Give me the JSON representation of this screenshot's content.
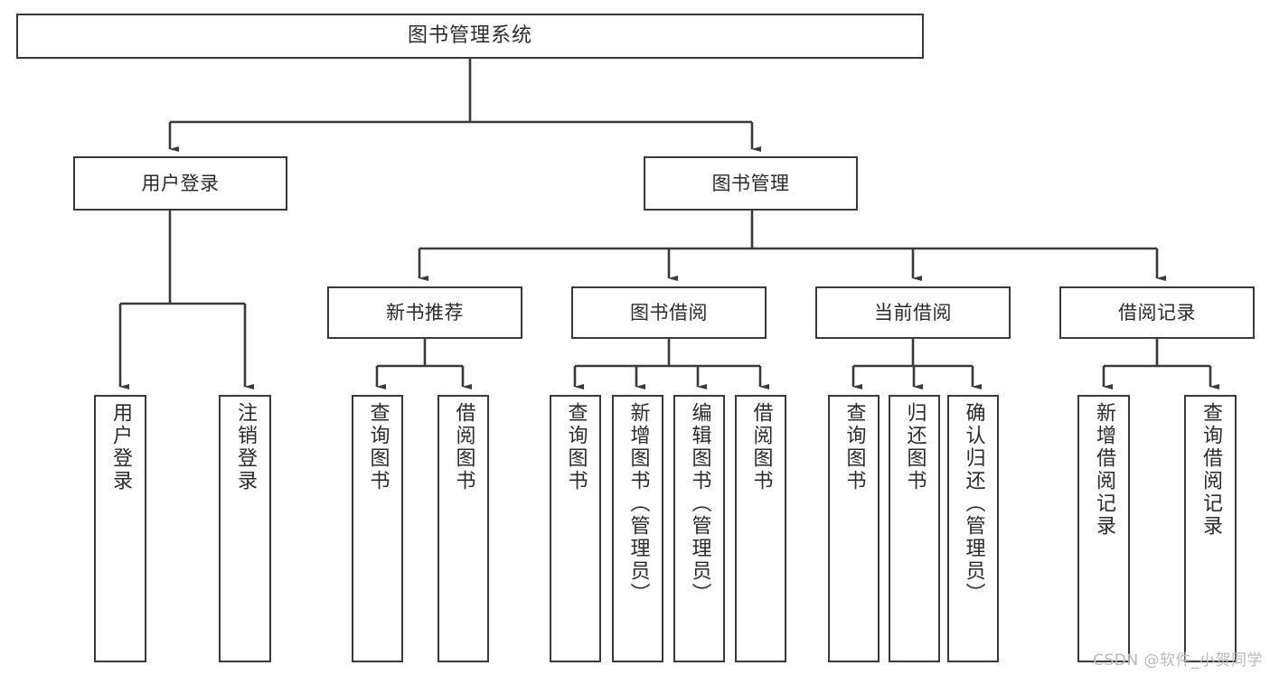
{
  "diagram": {
    "title": "图书管理系统",
    "type": "tree-hierarchy-chart",
    "watermark": "CSDN @软件_小贺同学",
    "colors": {
      "box_border": "#3a3a3a",
      "box_fill": "#ffffff",
      "connector": "#3a3a3a",
      "text": "#2b2b2b",
      "watermark": "#b9b9b9",
      "background": "#ffffff"
    },
    "levels": {
      "level1": [
        {
          "id": "root",
          "label": "图书管理系统",
          "orientation": "horizontal"
        }
      ],
      "level2": [
        {
          "id": "user-login",
          "label": "用户登录",
          "orientation": "horizontal"
        },
        {
          "id": "book-manage",
          "label": "图书管理",
          "orientation": "horizontal"
        }
      ],
      "level3": [
        {
          "id": "new-book-recommend",
          "label": "新书推荐",
          "orientation": "horizontal"
        },
        {
          "id": "book-borrow",
          "label": "图书借阅",
          "orientation": "horizontal"
        },
        {
          "id": "current-borrow",
          "label": "当前借阅",
          "orientation": "horizontal"
        },
        {
          "id": "borrow-record",
          "label": "借阅记录",
          "orientation": "horizontal"
        }
      ],
      "level4": [
        {
          "id": "leaf-user-login",
          "label": "用户登录",
          "orientation": "vertical",
          "parent": "user-login"
        },
        {
          "id": "leaf-logout",
          "label": "注销登录",
          "orientation": "vertical",
          "parent": "user-login"
        },
        {
          "id": "leaf-query-book-1",
          "label": "查询图书",
          "orientation": "vertical",
          "parent": "new-book-recommend"
        },
        {
          "id": "leaf-borrow-book-1",
          "label": "借阅图书",
          "orientation": "vertical",
          "parent": "new-book-recommend"
        },
        {
          "id": "leaf-query-book-2",
          "label": "查询图书",
          "orientation": "vertical",
          "parent": "book-borrow"
        },
        {
          "id": "leaf-add-book",
          "label": "新增图书（管理员）",
          "orientation": "vertical",
          "parent": "book-borrow"
        },
        {
          "id": "leaf-edit-book",
          "label": "编辑图书（管理员）",
          "orientation": "vertical",
          "parent": "book-borrow"
        },
        {
          "id": "leaf-borrow-book-2",
          "label": "借阅图书",
          "orientation": "vertical",
          "parent": "book-borrow"
        },
        {
          "id": "leaf-query-book-3",
          "label": "查询图书",
          "orientation": "vertical",
          "parent": "current-borrow"
        },
        {
          "id": "leaf-return-book",
          "label": "归还图书",
          "orientation": "vertical",
          "parent": "current-borrow"
        },
        {
          "id": "leaf-confirm-return",
          "label": "确认归还（管理员）",
          "orientation": "vertical",
          "parent": "current-borrow"
        },
        {
          "id": "leaf-add-record",
          "label": "新增借阅记录",
          "orientation": "vertical",
          "parent": "borrow-record"
        },
        {
          "id": "leaf-query-record",
          "label": "查询借阅记录",
          "orientation": "vertical",
          "parent": "borrow-record"
        }
      ]
    }
  }
}
